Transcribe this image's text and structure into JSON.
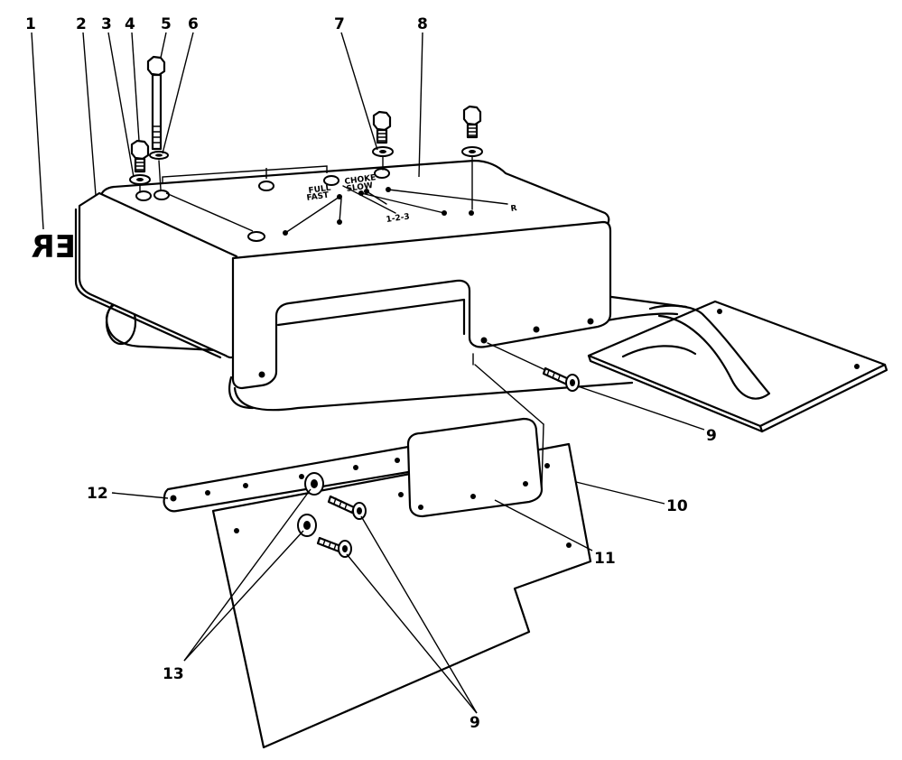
{
  "callouts": [
    {
      "id": "c1",
      "label": "1"
    },
    {
      "id": "c2",
      "label": "2"
    },
    {
      "id": "c3",
      "label": "3"
    },
    {
      "id": "c4",
      "label": "4"
    },
    {
      "id": "c5",
      "label": "5"
    },
    {
      "id": "c6",
      "label": "6"
    },
    {
      "id": "c7",
      "label": "7"
    },
    {
      "id": "c8",
      "label": "8"
    },
    {
      "id": "c9a",
      "label": "9"
    },
    {
      "id": "c10",
      "label": "10"
    },
    {
      "id": "c11",
      "label": "11"
    },
    {
      "id": "c12",
      "label": "12"
    },
    {
      "id": "c13",
      "label": "13"
    },
    {
      "id": "c9b",
      "label": "9"
    }
  ],
  "decal": {
    "logo_fragment": "ER",
    "cover_labels": [
      "FULL",
      "CHOKE",
      "FAST",
      "SLOW",
      "1-2-3",
      "R"
    ]
  }
}
